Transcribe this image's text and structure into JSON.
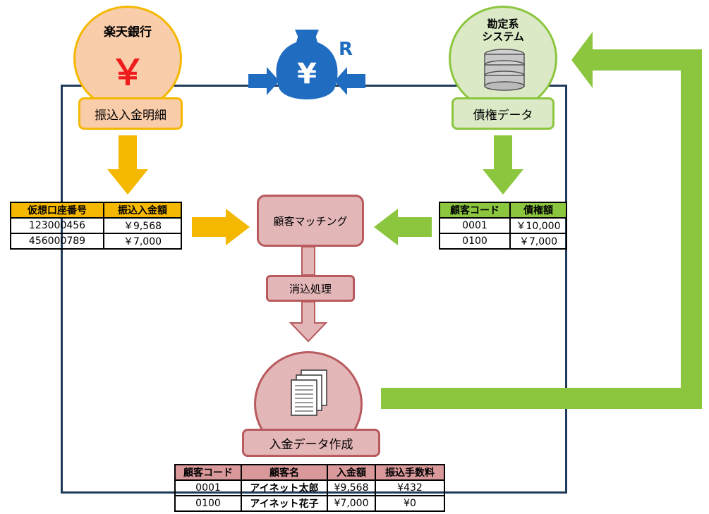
{
  "bank": {
    "title": "楽天銀行",
    "symbol": "￥",
    "label": "振込入金明細"
  },
  "accounting": {
    "title_line1": "勘定系",
    "title_line2": "システム",
    "label": "債権データ"
  },
  "logo": {
    "symbol": "¥",
    "letter": "R"
  },
  "deposit_table": {
    "headers": [
      "仮想口座番号",
      "振込入金額"
    ],
    "rows": [
      [
        "123000456",
        "￥9,568"
      ],
      [
        "456000789",
        "￥7,000"
      ]
    ]
  },
  "receivable_table": {
    "headers": [
      "顧客コード",
      "債権額"
    ],
    "rows": [
      [
        "0001",
        "￥10,000"
      ],
      [
        "0100",
        "￥7,000"
      ]
    ]
  },
  "process": {
    "matching": "顧客マッチング",
    "reconcile": "消込処理",
    "create": "入金データ作成"
  },
  "result_table": {
    "headers": [
      "顧客コード",
      "顧客名",
      "入金額",
      "振込手数料"
    ],
    "rows": [
      [
        "0001",
        "アイネット太郎",
        "¥9,568",
        "¥432"
      ],
      [
        "0100",
        "アイネット花子",
        "¥7,000",
        "¥0"
      ]
    ]
  },
  "colors": {
    "orange": "#f5b800",
    "green": "#8cc63f",
    "red": "#b85a5e",
    "blue": "#1f6cc0",
    "frame": "#1f3b5c"
  }
}
